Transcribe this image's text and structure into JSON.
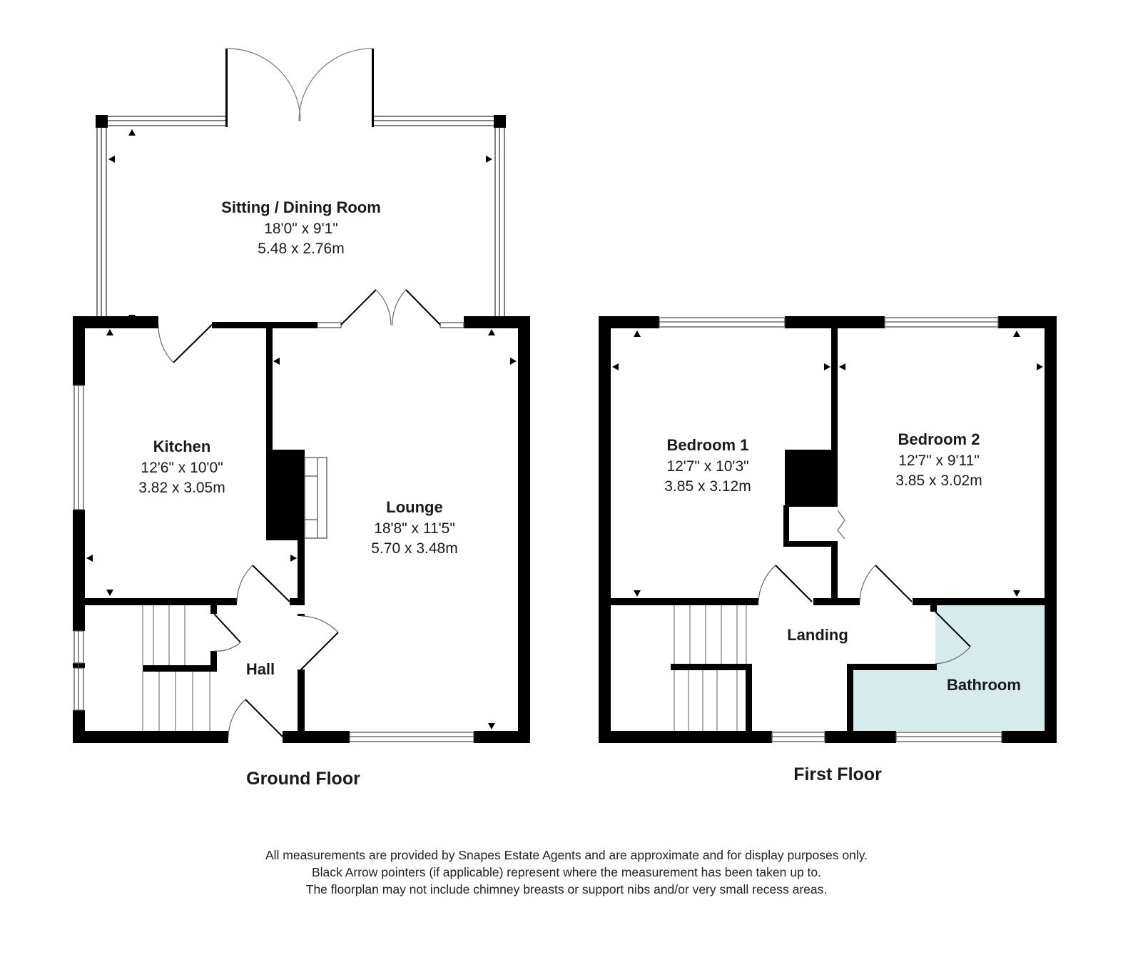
{
  "ground_floor": {
    "title": "Ground Floor",
    "rooms": {
      "sitting": {
        "name": "Sitting / Dining Room",
        "imperial": "18'0\" x 9'1\"",
        "metric": "5.48 x 2.76m"
      },
      "kitchen": {
        "name": "Kitchen",
        "imperial": "12'6\" x 10'0\"",
        "metric": "3.82 x 3.05m"
      },
      "lounge": {
        "name": "Lounge",
        "imperial": "18'8\" x 11'5\"",
        "metric": "5.70 x 3.48m"
      },
      "hall": {
        "name": "Hall"
      }
    }
  },
  "first_floor": {
    "title": "First Floor",
    "rooms": {
      "bedroom1": {
        "name": "Bedroom 1",
        "imperial": "12'7\" x 10'3\"",
        "metric": "3.85 x 3.12m"
      },
      "bedroom2": {
        "name": "Bedroom 2",
        "imperial": "12'7\" x 9'11\"",
        "metric": "3.85 x 3.02m"
      },
      "landing": {
        "name": "Landing"
      },
      "bathroom": {
        "name": "Bathroom"
      }
    }
  },
  "disclaimer": [
    "All measurements are provided by Snapes Estate Agents and are approximate and for display purposes only.",
    "Black Arrow pointers (if applicable) represent where the measurement has been taken up to.",
    "The floorplan may not include chimney breasts or support nibs and/or very small recess areas."
  ],
  "colors": {
    "wall": "#000000",
    "bathroom_fill": "#d6ecec",
    "line": "#555555"
  }
}
